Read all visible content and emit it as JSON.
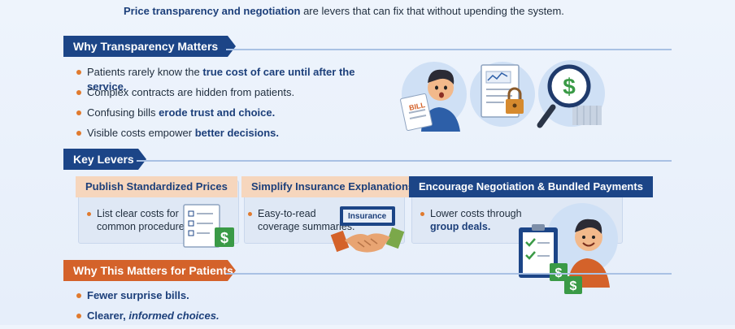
{
  "intro": {
    "bold": "Price transparency and negotiation",
    "rest": " are levers that can fix that without upending the system."
  },
  "transparency": {
    "heading": "Why Transparency Matters",
    "bullets": [
      {
        "a": "Patients rarely know the ",
        "b": "true cost of care until after the service.",
        "c": ""
      },
      {
        "a": "Complex contracts are hidden from patients.",
        "b": "",
        "c": ""
      },
      {
        "a": "Confusing bills ",
        "b": "erode trust and choice.",
        "c": ""
      },
      {
        "a": "Visible costs empower ",
        "b": "better decisions.",
        "c": ""
      }
    ],
    "bill_label": "BILL"
  },
  "levers": {
    "heading": "Key Levers",
    "cards": [
      {
        "title": "Publish Standardized Prices",
        "line1": "List clear costs for",
        "line2": "common procedures.",
        "bold": ""
      },
      {
        "title": "Simplify Insurance Explanations",
        "line1": "Easy-to-read",
        "line2": "coverage summaries.",
        "bold": ""
      },
      {
        "title": "Encourage Negotiation & Bundled Payments",
        "line1": "Lower costs through",
        "line2": "",
        "bold": "group deals."
      }
    ],
    "insurance_label": "Insurance"
  },
  "patients": {
    "heading": "Why This Matters for Patients",
    "bullets": [
      {
        "a": "",
        "b": "Fewer surprise bills.",
        "c": ""
      },
      {
        "a": "",
        "b": "Clearer, ",
        "c": "informed choices."
      }
    ]
  },
  "colors": {
    "navy": "#1c4587",
    "orange": "#d4622a",
    "peach": "#f6d6bd",
    "green": "#3a9a46"
  }
}
